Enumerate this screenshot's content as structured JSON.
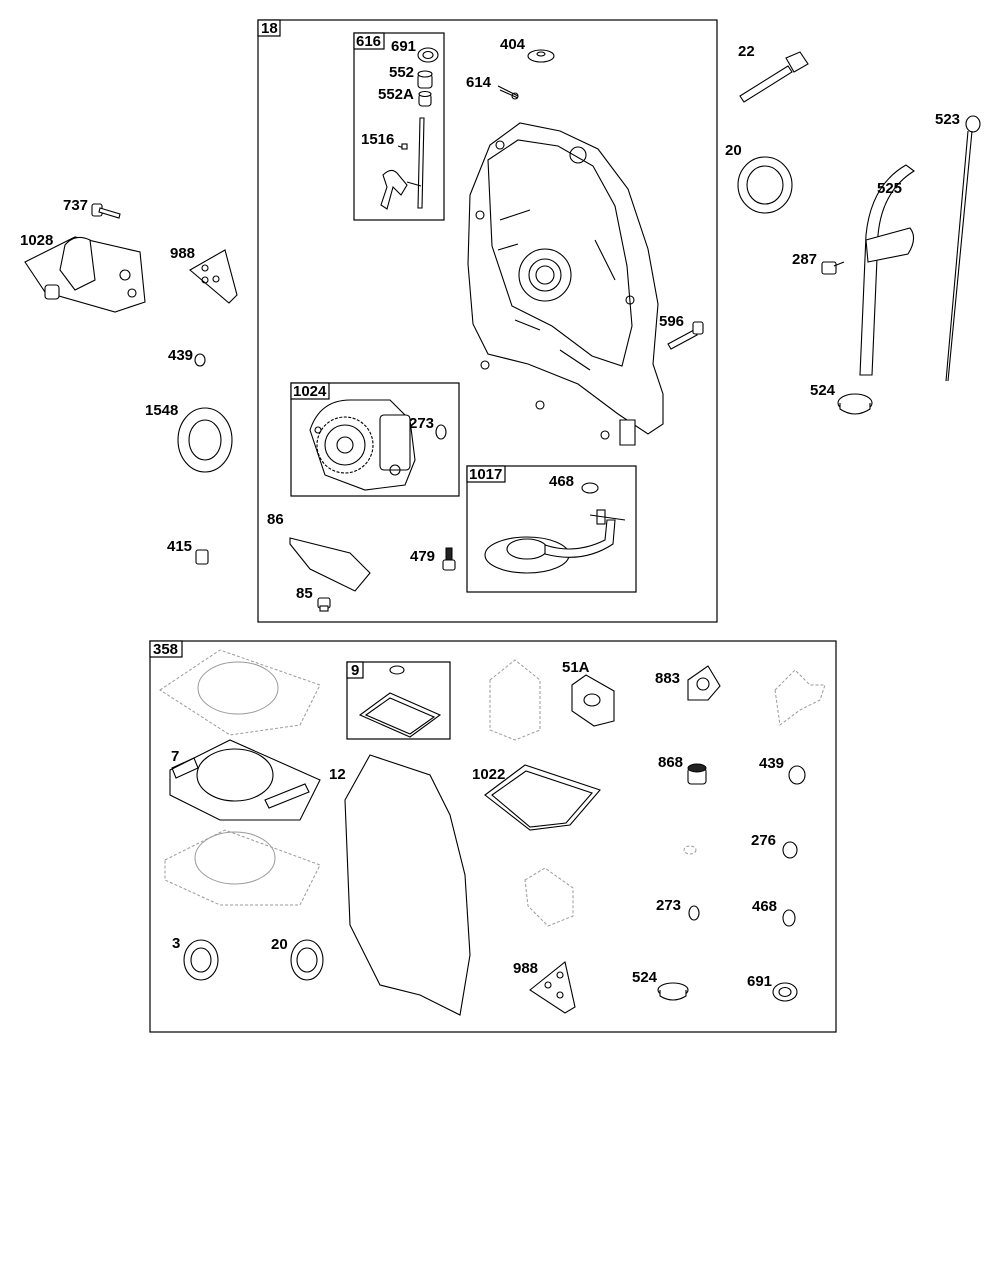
{
  "groups": {
    "g18": "18",
    "g616": "616",
    "g1024": "1024",
    "g1017": "1017",
    "g358": "358",
    "g9": "9"
  },
  "labels": {
    "l691a": "691",
    "l552": "552",
    "l552A": "552A",
    "l1516": "1516",
    "l404": "404",
    "l614": "614",
    "l22": "22",
    "l523": "523",
    "l20a": "20",
    "l525": "525",
    "l287": "287",
    "l596": "596",
    "l524a": "524",
    "l737": "737",
    "l1028": "1028",
    "l988a": "988",
    "l439a": "439",
    "l1548": "1548",
    "l273a": "273",
    "l468a": "468",
    "l86": "86",
    "l415": "415",
    "l479": "479",
    "l85": "85",
    "l7": "7",
    "l12": "12",
    "l1022": "1022",
    "l51A": "51A",
    "l883": "883",
    "l868": "868",
    "l439b": "439",
    "l276": "276",
    "l273b": "273",
    "l468b": "468",
    "l3": "3",
    "l20b": "20",
    "l988b": "988",
    "l524b": "524",
    "l691b": "691"
  }
}
